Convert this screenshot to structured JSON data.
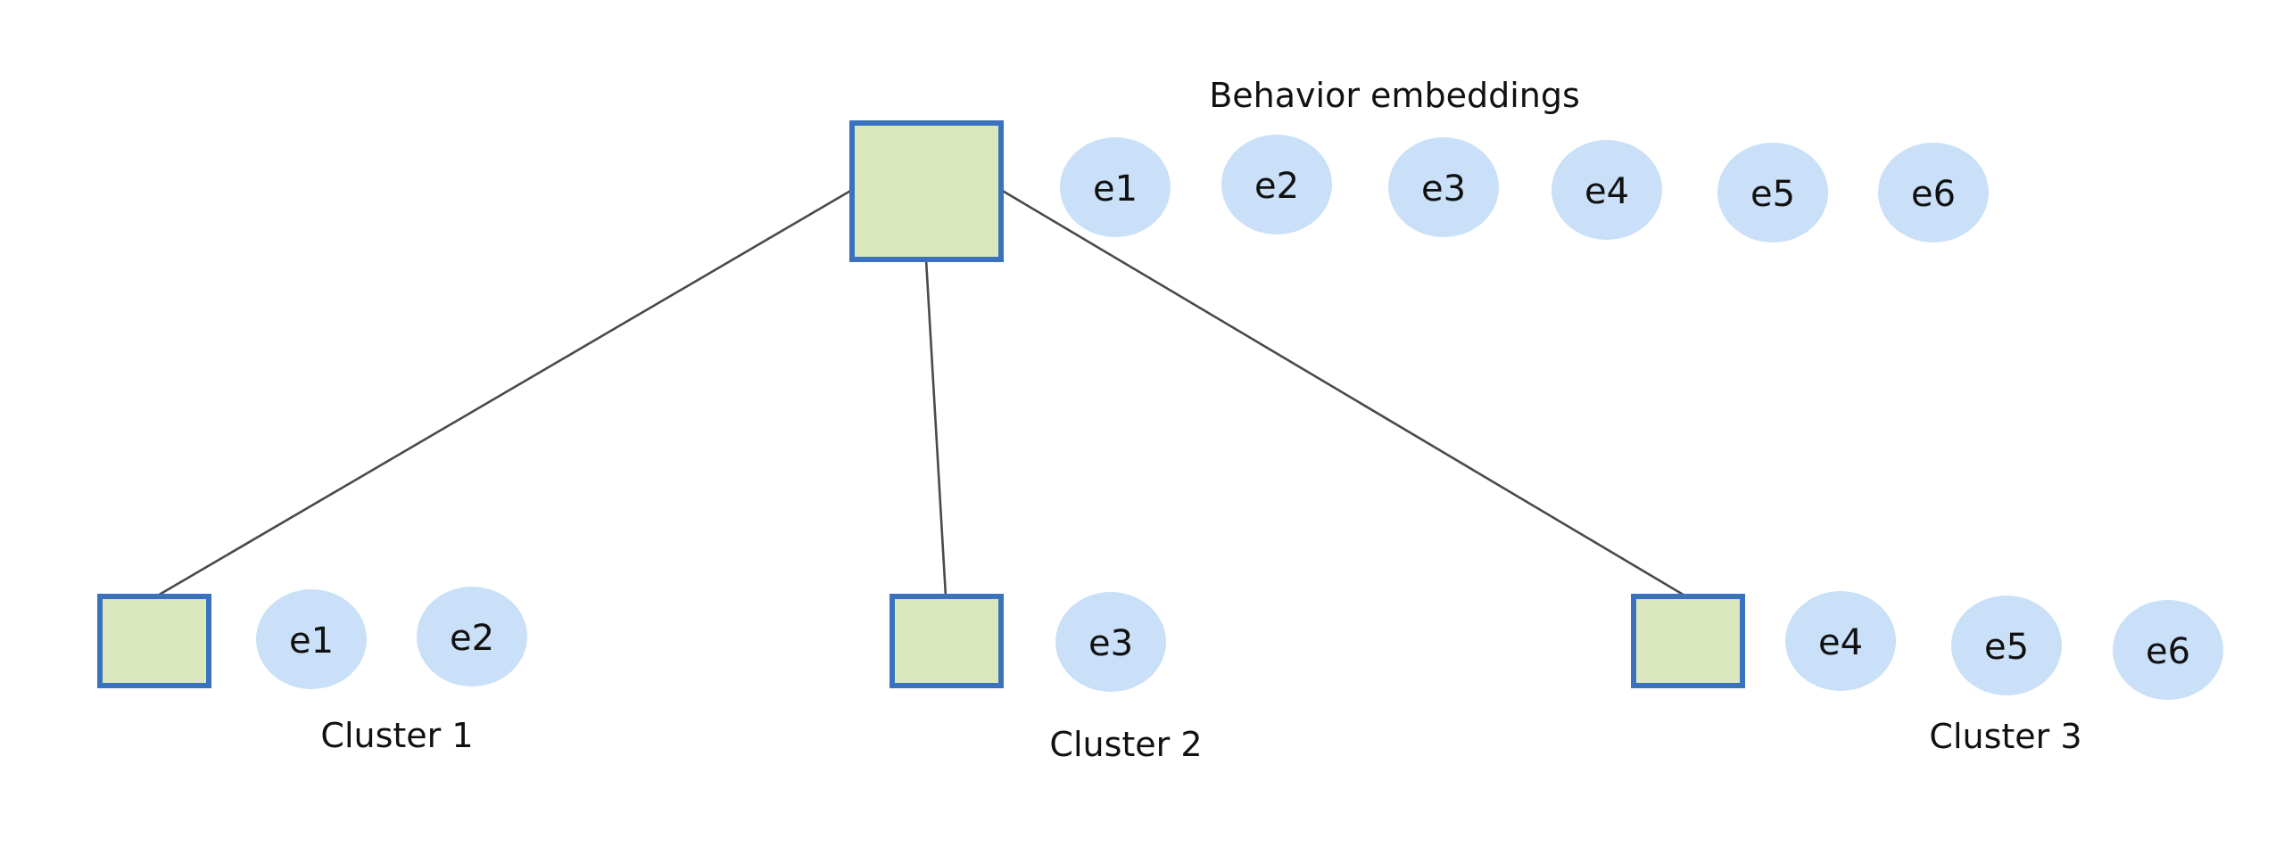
{
  "diagram": {
    "root": {
      "label": "Behavior embeddings",
      "embeddings": [
        "e1",
        "e2",
        "e3",
        "e4",
        "e5",
        "e6"
      ]
    },
    "clusters": [
      {
        "label": "Cluster 1",
        "embeddings": [
          "e1",
          "e2"
        ]
      },
      {
        "label": "Cluster 2",
        "embeddings": [
          "e3"
        ]
      },
      {
        "label": "Cluster 3",
        "embeddings": [
          "e4",
          "e5",
          "e6"
        ]
      }
    ],
    "colors": {
      "node_fill": "#dbe8bd",
      "node_stroke": "#3b72bd",
      "embedding_fill": "#c9e0f8",
      "edge": "#4a4a4a",
      "text": "#111111"
    }
  }
}
